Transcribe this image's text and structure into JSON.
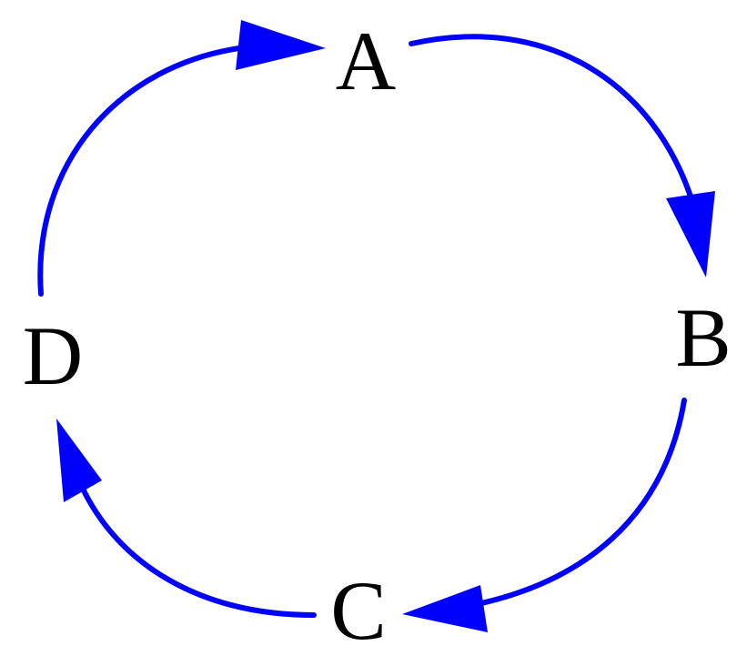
{
  "diagram": {
    "type": "cycle",
    "edge_color": "#0000ff",
    "label_color": "#000000",
    "nodes": [
      {
        "id": "A",
        "label": "A"
      },
      {
        "id": "B",
        "label": "B"
      },
      {
        "id": "C",
        "label": "C"
      },
      {
        "id": "D",
        "label": "D"
      }
    ],
    "edges": [
      {
        "from": "A",
        "to": "B",
        "direction": "clockwise"
      },
      {
        "from": "B",
        "to": "C",
        "direction": "clockwise"
      },
      {
        "from": "C",
        "to": "D",
        "direction": "clockwise"
      },
      {
        "from": "D",
        "to": "A",
        "direction": "clockwise"
      }
    ]
  }
}
